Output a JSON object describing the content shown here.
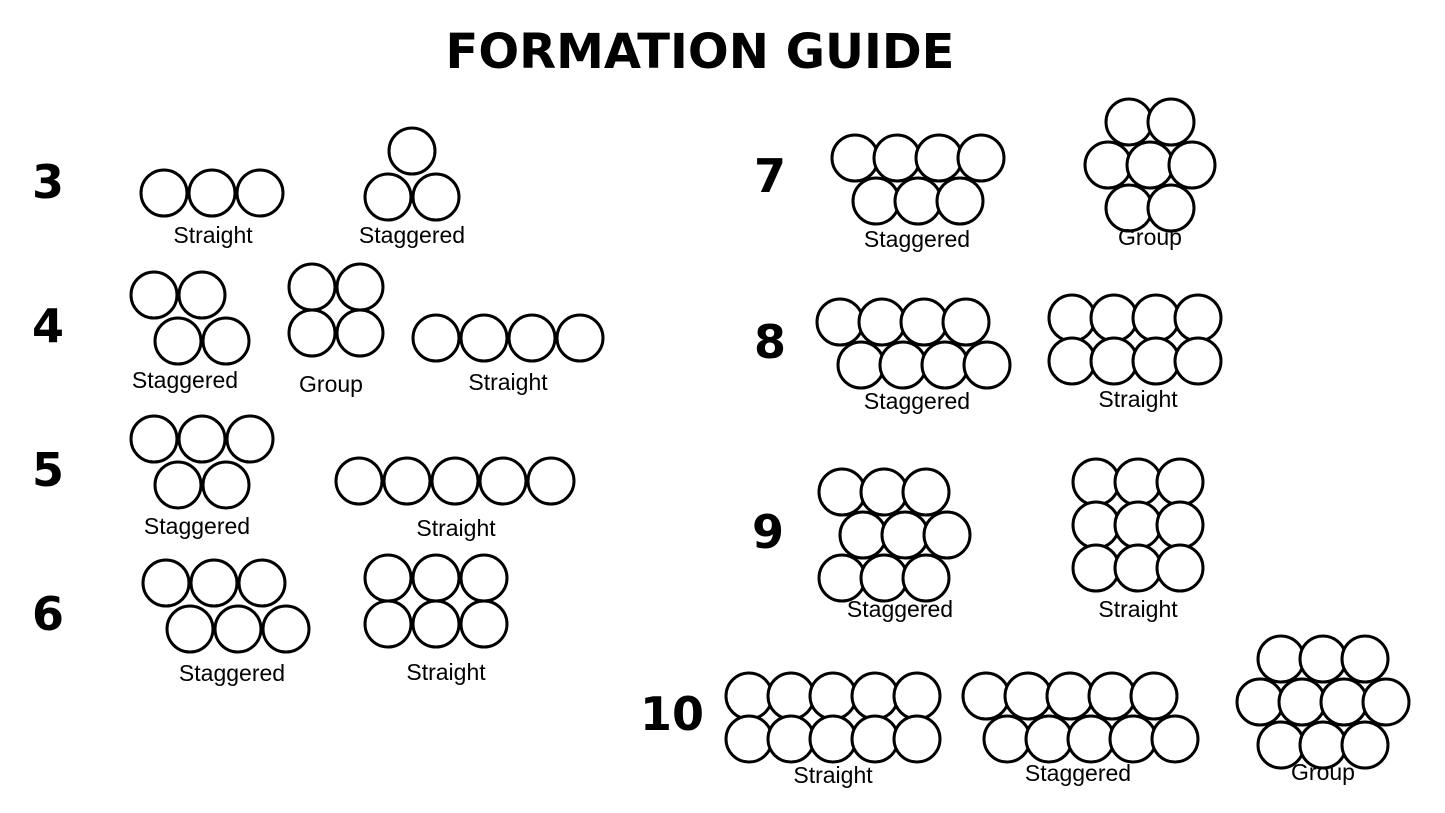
{
  "title": "FORMATION GUIDE",
  "colors": {
    "background": "#ffffff",
    "ink": "#000000"
  },
  "groups": [
    {
      "count": "3",
      "formations": [
        {
          "label": "Straight",
          "pattern": [
            3
          ]
        },
        {
          "label": "Staggered",
          "pattern": [
            1,
            2
          ]
        }
      ]
    },
    {
      "count": "4",
      "formations": [
        {
          "label": "Staggered",
          "pattern": [
            2,
            2
          ]
        },
        {
          "label": "Group",
          "pattern": [
            2,
            2
          ]
        },
        {
          "label": "Straight",
          "pattern": [
            4
          ]
        }
      ]
    },
    {
      "count": "5",
      "formations": [
        {
          "label": "Staggered",
          "pattern": [
            3,
            2
          ]
        },
        {
          "label": "Straight",
          "pattern": [
            5
          ]
        }
      ]
    },
    {
      "count": "6",
      "formations": [
        {
          "label": "Staggered",
          "pattern": [
            3,
            3
          ]
        },
        {
          "label": "Straight",
          "pattern": [
            3,
            3
          ]
        }
      ]
    },
    {
      "count": "7",
      "formations": [
        {
          "label": "Staggered",
          "pattern": [
            4,
            3
          ]
        },
        {
          "label": "Group",
          "pattern": [
            2,
            3,
            2
          ]
        }
      ]
    },
    {
      "count": "8",
      "formations": [
        {
          "label": "Staggered",
          "pattern": [
            4,
            4
          ]
        },
        {
          "label": "Straight",
          "pattern": [
            4,
            4
          ]
        }
      ]
    },
    {
      "count": "9",
      "formations": [
        {
          "label": "Staggered",
          "pattern": [
            3,
            3,
            3
          ]
        },
        {
          "label": "Straight",
          "pattern": [
            3,
            3,
            3
          ]
        }
      ]
    },
    {
      "count": "10",
      "formations": [
        {
          "label": "Straight",
          "pattern": [
            5,
            5
          ]
        },
        {
          "label": "Staggered",
          "pattern": [
            5,
            5
          ]
        },
        {
          "label": "Group",
          "pattern": [
            3,
            4,
            3
          ]
        }
      ]
    }
  ]
}
